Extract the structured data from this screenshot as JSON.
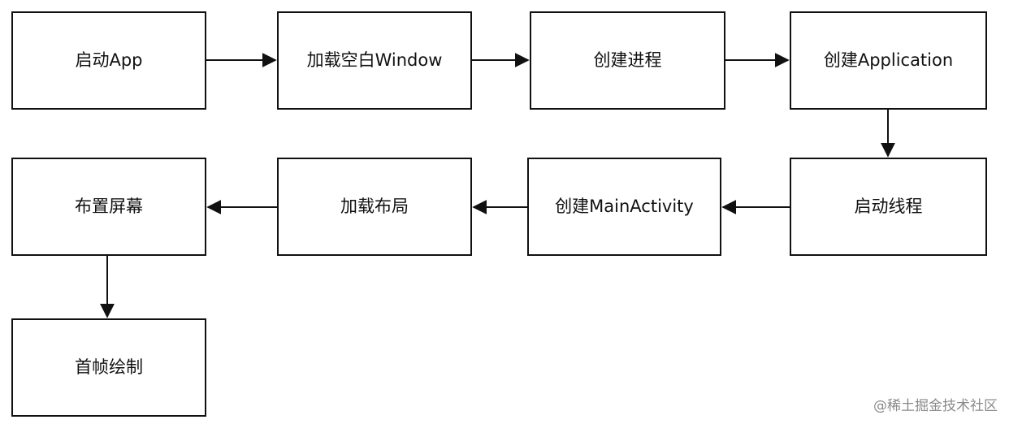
{
  "diagram": {
    "nodes": [
      {
        "id": "n1",
        "label": "启动App"
      },
      {
        "id": "n2",
        "label": "加载空白Window"
      },
      {
        "id": "n3",
        "label": "创建进程"
      },
      {
        "id": "n4",
        "label": "创建Application"
      },
      {
        "id": "n5",
        "label": "启动线程"
      },
      {
        "id": "n6",
        "label": "创建MainActivity"
      },
      {
        "id": "n7",
        "label": "加载布局"
      },
      {
        "id": "n8",
        "label": "布置屏幕"
      },
      {
        "id": "n9",
        "label": "首帧绘制"
      }
    ],
    "edges": [
      {
        "from": "n1",
        "to": "n2"
      },
      {
        "from": "n2",
        "to": "n3"
      },
      {
        "from": "n3",
        "to": "n4"
      },
      {
        "from": "n4",
        "to": "n5"
      },
      {
        "from": "n5",
        "to": "n6"
      },
      {
        "from": "n6",
        "to": "n7"
      },
      {
        "from": "n7",
        "to": "n8"
      },
      {
        "from": "n8",
        "to": "n9"
      }
    ],
    "colors": {
      "stroke": "#111111",
      "background": "#ffffff",
      "watermark": "#8a8a8a"
    }
  },
  "watermark": "@稀土掘金技术社区"
}
